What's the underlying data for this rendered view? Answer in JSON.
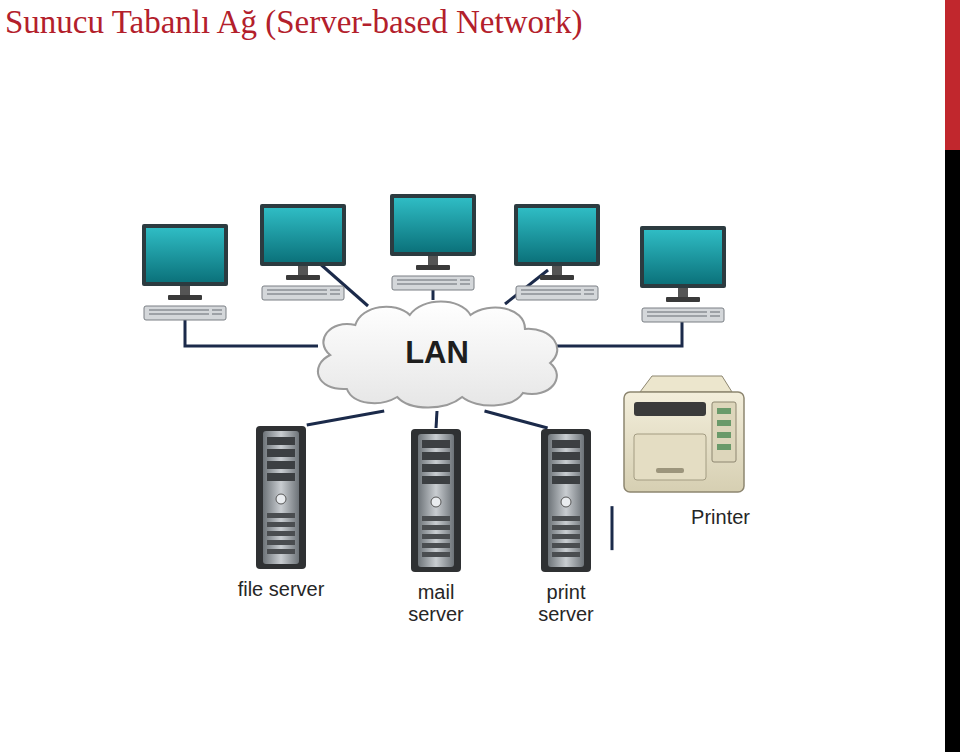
{
  "diagram": {
    "title": "Sunucu Tabanlı Ağ (Server-based Network)",
    "nodes": [
      {
        "text": [
          "LAN"
        ]
      },
      {
        "text": [
          "file server"
        ]
      },
      {
        "text": [
          "mail server"
        ]
      },
      {
        "text": [
          "print server"
        ]
      },
      {
        "text": [
          "Printer"
        ]
      }
    ],
    "edges": [
      {
        "from": 0,
        "to": 1,
        "arrow": "none"
      },
      {
        "from": 0,
        "to": 2,
        "arrow": "none"
      },
      {
        "from": 0,
        "to": 3,
        "arrow": "none"
      },
      {
        "from": 3,
        "to": 4,
        "arrow": "none"
      }
    ]
  }
}
